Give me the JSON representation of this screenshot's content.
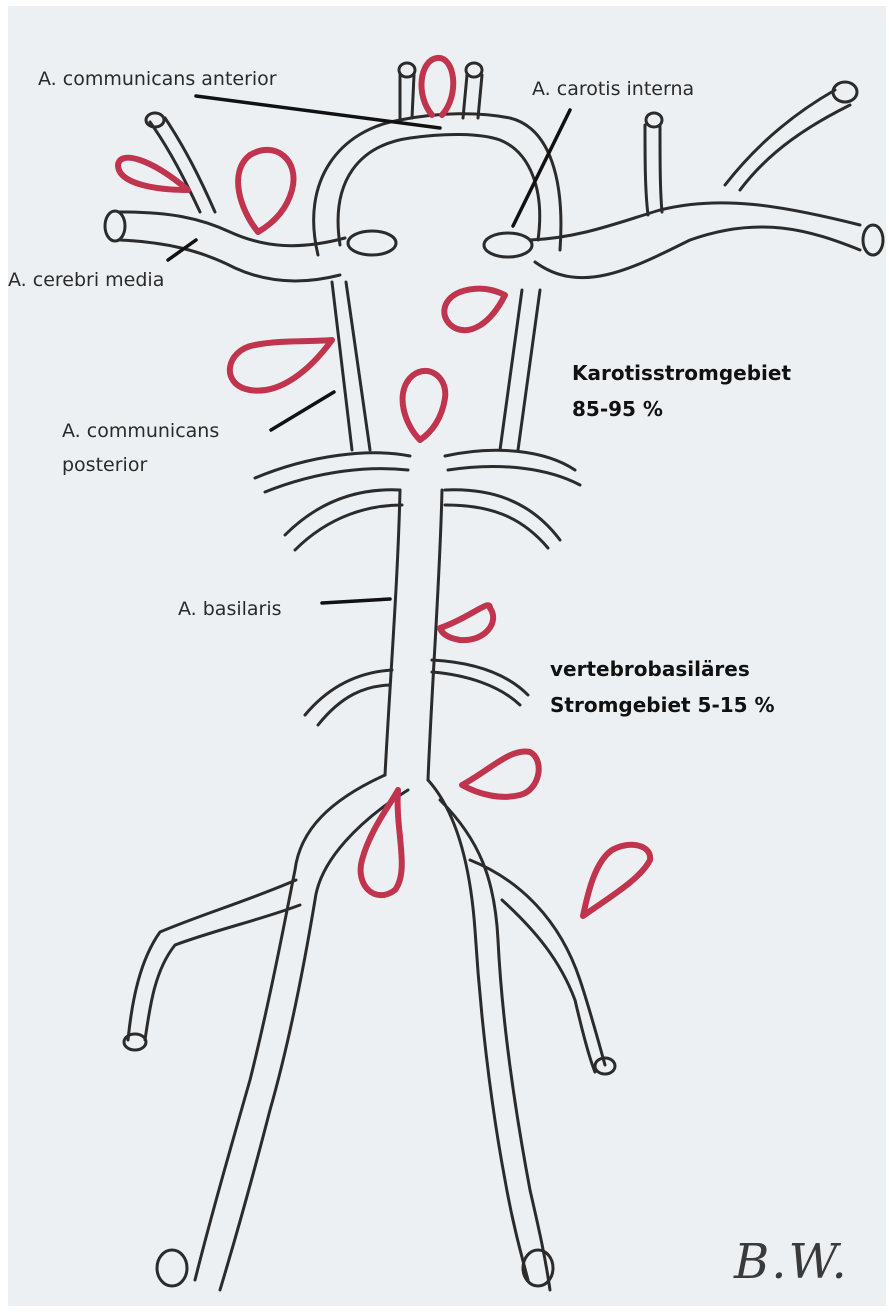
{
  "labels": {
    "acom": "A. communicans anterior",
    "ica": "A. carotis interna",
    "mca": "A. cerebri media",
    "pcom_line1": "A. communicans",
    "pcom_line2": "posterior",
    "basilar": "A. basilaris"
  },
  "regions": {
    "carotid_line1": "Karotisstromgebiet",
    "carotid_line2": "85-95 %",
    "vb_line1": "vertebrobasiläres",
    "vb_line2": "Stromgebiet 5-15 %"
  },
  "signature": "B.W.",
  "colors": {
    "vessel": "#2b2b2b",
    "aneurysm": "#c0344e",
    "background": "#edf0f3"
  }
}
